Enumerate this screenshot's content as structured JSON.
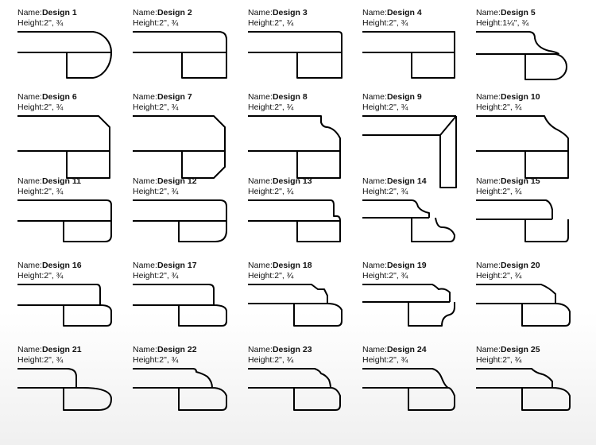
{
  "designs": [
    {
      "name": "Design 1",
      "height": "2\", ¾"
    },
    {
      "name": "Design 2",
      "height": "2\", ¾"
    },
    {
      "name": "Design 3",
      "height": "2\", ¾"
    },
    {
      "name": "Design 4",
      "height": "2\", ¾"
    },
    {
      "name": "Design 5",
      "height": "1¼\", ¾"
    },
    {
      "name": "Design 6",
      "height": "2\", ¾"
    },
    {
      "name": "Design 7",
      "height": "2\", ¾"
    },
    {
      "name": "Design 8",
      "height": "2\", ¾"
    },
    {
      "name": "Design 9",
      "height": "2\", ¾"
    },
    {
      "name": "Design 10",
      "height": "2\", ¾"
    },
    {
      "name": "Design 11",
      "height": "2\", ¾"
    },
    {
      "name": "Design 12",
      "height": "2\", ¾"
    },
    {
      "name": "Design 13",
      "height": "2\", ¾"
    },
    {
      "name": "Design 14",
      "height": "2\", ¾"
    },
    {
      "name": "Design 15",
      "height": "2\", ¾"
    },
    {
      "name": "Design 16",
      "height": "2\", ¾"
    },
    {
      "name": "Design 17",
      "height": "2\", ¾"
    },
    {
      "name": "Design 18",
      "height": "2\", ¾"
    },
    {
      "name": "Design 19",
      "height": "2\", ¾"
    },
    {
      "name": "Design 20",
      "height": "2\", ¾"
    },
    {
      "name": "Design 21",
      "height": "2\", ¾"
    },
    {
      "name": "Design 22",
      "height": "2\", ¾"
    },
    {
      "name": "Design 23",
      "height": "2\", ¾"
    },
    {
      "name": "Design 24",
      "height": "2\", ¾"
    },
    {
      "name": "Design 25",
      "height": "2\", ¾"
    }
  ],
  "labels": {
    "name_prefix": "Name:",
    "height_prefix": "Height:"
  }
}
